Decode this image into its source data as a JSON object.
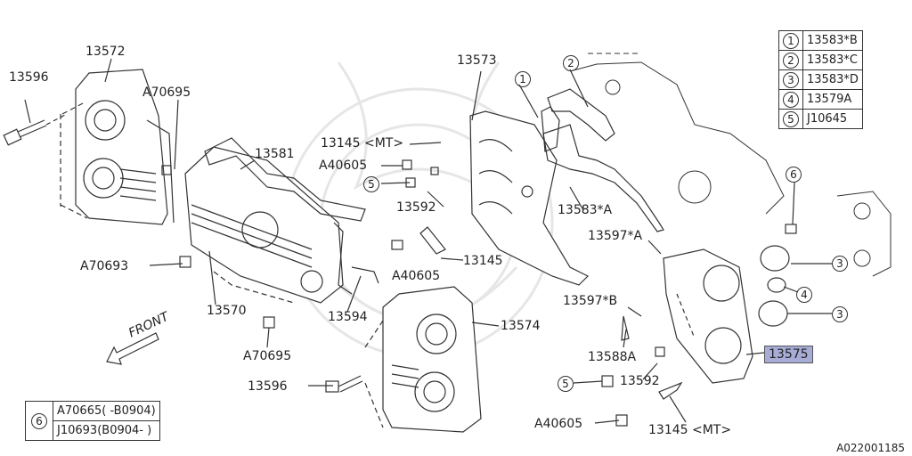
{
  "diagram": {
    "labels": {
      "p13572": "13572",
      "p13596a": "13596",
      "pA70695a": "A70695",
      "p13581": "13581",
      "p13573": "13573",
      "c1": "1",
      "c2": "2",
      "p13145mt_a": "13145 <MT>",
      "pA40605a": "A40605",
      "c5a": "5",
      "p13592a": "13592",
      "p13583A": "13583*A",
      "p13597A": "13597*A",
      "p13145": "13145",
      "pA40605b": "A40605",
      "pA70693": "A70693",
      "p13570": "13570",
      "p13594": "13594",
      "p13574": "13574",
      "p13597B": "13597*B",
      "p13588A": "13588A",
      "pA70695b": "A70695",
      "p13596b": "13596",
      "c5b": "5",
      "p13592b": "13592",
      "pA40605c": "A40605",
      "p13145mt_b": "13145 <MT>",
      "p13575": "13575",
      "c6": "6",
      "c3a": "3",
      "c3b": "3",
      "c4": "4",
      "front": "FRONT",
      "drawing_code": "A022001185"
    },
    "legend_top": [
      {
        "num": "1",
        "part": "13583*B"
      },
      {
        "num": "2",
        "part": "13583*C"
      },
      {
        "num": "3",
        "part": "13583*D"
      },
      {
        "num": "4",
        "part": "13579A"
      },
      {
        "num": "5",
        "part": "J10645"
      }
    ],
    "legend_bottom": {
      "num": "6",
      "rows": [
        {
          "part": "A70665",
          "range": "( -B0904)"
        },
        {
          "part": "J10693",
          "range": "(B0904- )"
        }
      ]
    },
    "colors": {
      "line": "#333333",
      "highlight": "#a7acd6",
      "watermark": "#e6e6e6"
    }
  }
}
